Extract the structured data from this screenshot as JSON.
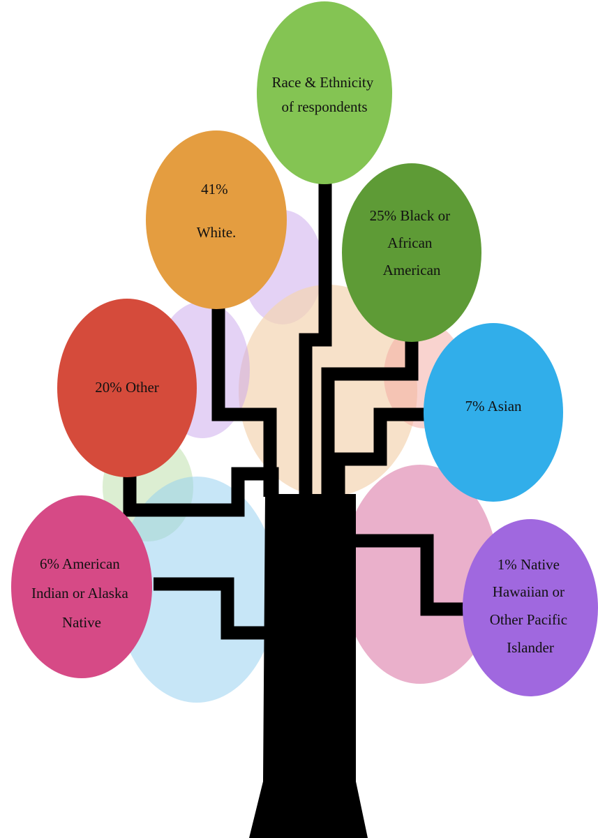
{
  "diagram": {
    "colors": {
      "trunk": "#000000",
      "title_node": "#84c453",
      "white_node": "#e49d40",
      "black_node": "#5e9b36",
      "other_node": "#d54b3b",
      "asian_node": "#31aeea",
      "american_indian_node": "#d64a86",
      "pacific_islander_node": "#a068df",
      "bubble_lavender": "#c9a6ec",
      "bubble_peach": "#f3d4b2",
      "bubble_salmon": "#f3a8a0",
      "bubble_sky": "#8fcdf0",
      "bubble_pink": "#dc7ca8",
      "bubble_mint": "#b9dea5"
    },
    "nodes": {
      "title": {
        "lines": [
          "Race & Ethnicity",
          "of respondents"
        ],
        "color": "title_node"
      },
      "white": {
        "lines": [
          "41%",
          "White."
        ],
        "color": "white_node"
      },
      "black": {
        "lines": [
          "25% Black or",
          "African",
          "American"
        ],
        "color": "black_node"
      },
      "other": {
        "lines": [
          "20% Other"
        ],
        "color": "other_node"
      },
      "asian": {
        "lines": [
          "7% Asian"
        ],
        "color": "asian_node"
      },
      "american_indian": {
        "lines": [
          "6% American",
          "Indian or Alaska",
          "Native"
        ],
        "color": "american_indian_node"
      },
      "pacific_islander": {
        "lines": [
          "1% Native",
          "Hawaiian or",
          "Other Pacific",
          "Islander"
        ],
        "color": "pacific_islander_node"
      }
    }
  }
}
